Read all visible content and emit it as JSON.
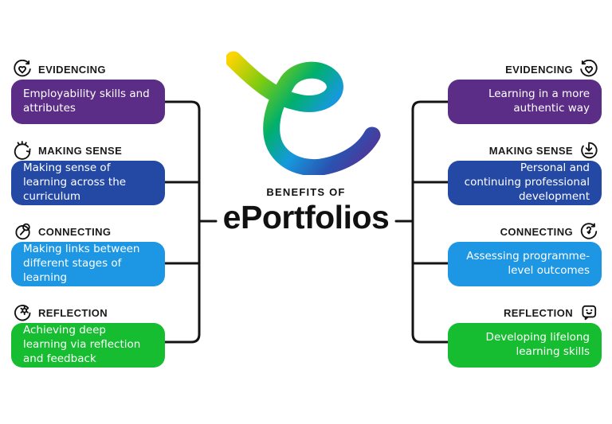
{
  "center": {
    "kicker": "BENEFITS OF",
    "title": "ePortfolios"
  },
  "colors": {
    "purple": "#5c2d87",
    "dark_blue": "#2449a5",
    "light_blue": "#1d97e4",
    "green": "#16bd30",
    "connector": "#141414",
    "heading_text": "#1a1a1a",
    "box_text": "#ffffff"
  },
  "logo": {
    "gradient": [
      "#ffd400",
      "#7ccb12",
      "#00b06b",
      "#1699dd",
      "#2a52b0",
      "#5e2c90"
    ]
  },
  "left_items": [
    {
      "category": "EVIDENCING",
      "icon": "heart-cycle-icon",
      "text": "Employability skills and attributes",
      "color": "purple"
    },
    {
      "category": "MAKING SENSE",
      "icon": "sparkle-cycle-icon",
      "text": "Making sense of learning across the curriculum",
      "color": "dark_blue"
    },
    {
      "category": "CONNECTING",
      "icon": "chain-link-icon",
      "text": "Making links between different stages of learning",
      "color": "light_blue"
    },
    {
      "category": "REFLECTION",
      "icon": "gear-cycle-icon",
      "text": "Achieving deep learning via reflection and feedback",
      "color": "green"
    }
  ],
  "right_items": [
    {
      "category": "EVIDENCING",
      "icon": "heart-cycle-icon",
      "text": "Learning in a more authentic way",
      "color": "purple"
    },
    {
      "category": "MAKING SENSE",
      "icon": "import-cycle-icon",
      "text": "Personal and continuing professional development",
      "color": "dark_blue"
    },
    {
      "category": "CONNECTING",
      "icon": "arrow-cycle-icon",
      "text": "Assessing programme-level outcomes",
      "color": "light_blue"
    },
    {
      "category": "REFLECTION",
      "icon": "screen-face-icon",
      "text": "Developing lifelong learning skills",
      "color": "green"
    }
  ]
}
